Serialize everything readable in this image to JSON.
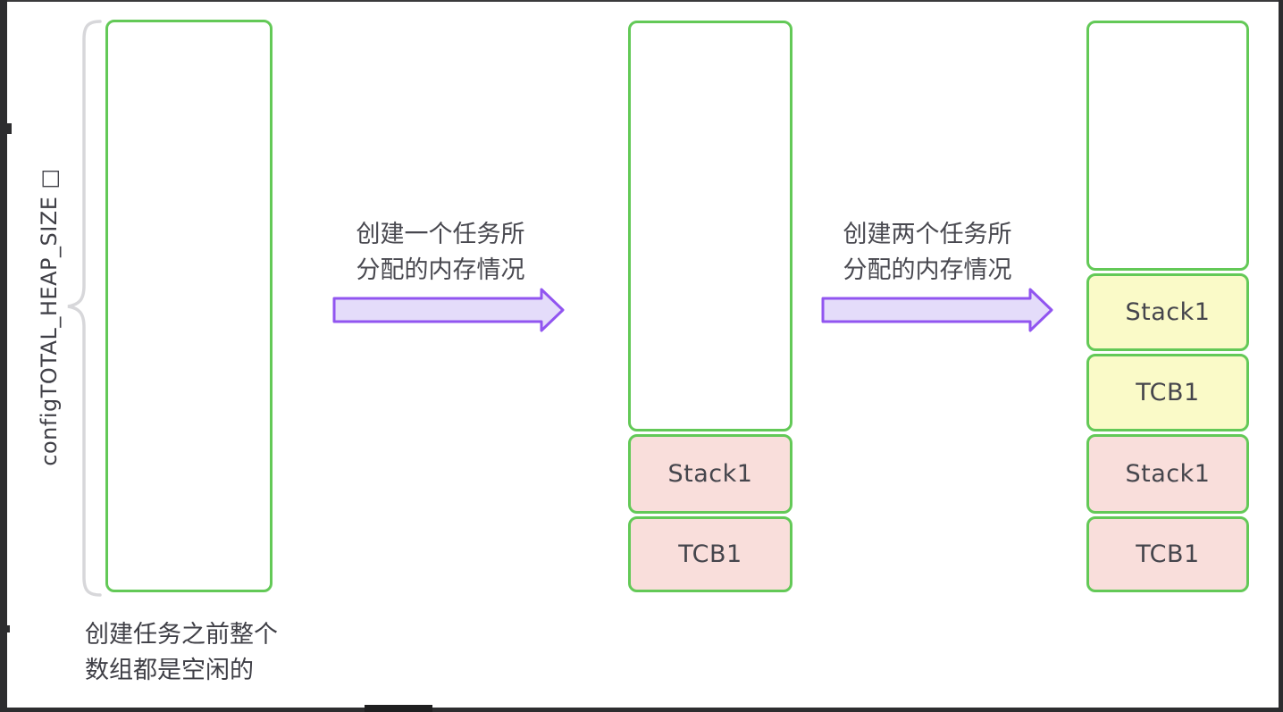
{
  "heap_size_label": "configTOTAL_HEAP_SIZE □",
  "caption": {
    "line1": "创建任务之前整个",
    "line2": "数组都是空闲的"
  },
  "arrows": [
    {
      "line1": "创建一个任务所",
      "line2": "分配的内存情况"
    },
    {
      "line1": "创建两个任务所",
      "line2": "分配的内存情况"
    }
  ],
  "columns": {
    "before": {
      "description": "empty heap array",
      "blocks": []
    },
    "one_task": {
      "blocks": [
        {
          "label": "Stack1",
          "fill": "#f9dedb"
        },
        {
          "label": "TCB1",
          "fill": "#f9dedb"
        }
      ]
    },
    "two_tasks": {
      "blocks": [
        {
          "label": "Stack1",
          "fill": "#fafac8"
        },
        {
          "label": "TCB1",
          "fill": "#fafac8"
        },
        {
          "label": "Stack1",
          "fill": "#f9dedb"
        },
        {
          "label": "TCB1",
          "fill": "#f9dedb"
        }
      ]
    }
  },
  "colors": {
    "box_border_green": "#63c957",
    "pink_fill": "#f9dedb",
    "yellow_fill": "#fafac8",
    "arrow_fill": "#e4dcfa",
    "arrow_border": "#9155f0",
    "text": "#3f3f46",
    "brace_gray": "#d7d7da",
    "frame_dark": "#2d2d2f"
  }
}
